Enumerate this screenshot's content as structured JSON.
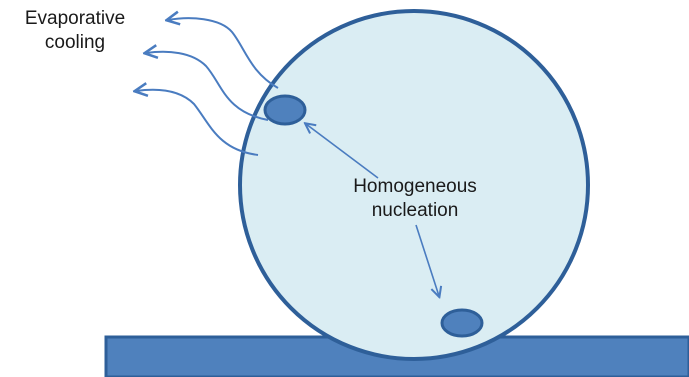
{
  "labels": {
    "evaporative_cooling": [
      "Evaporative",
      "cooling"
    ],
    "homogeneous_nucleation": [
      "Homogeneous",
      "nucleation"
    ]
  },
  "colors": {
    "droplet_fill": "#daedf3",
    "droplet_stroke": "#2e5f99",
    "substrate_fill": "#4f81bd",
    "substrate_stroke": "#2e5f99",
    "nucleus_fill": "#4f81bd",
    "arrow": "#4a7cc0"
  }
}
